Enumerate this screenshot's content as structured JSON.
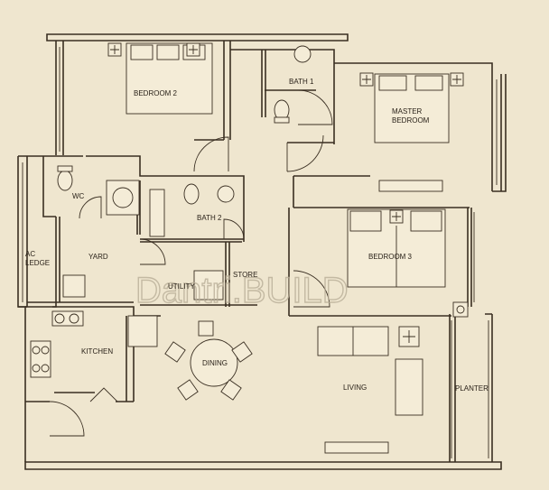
{
  "rooms": {
    "bedroom2": "BEDROOM 2",
    "bath1": "BATH 1",
    "master": [
      "MASTER",
      "BEDROOM"
    ],
    "wc": "WC",
    "bath2": "BATH 2",
    "ac_ledge": [
      "AC",
      "LEDGE"
    ],
    "yard": "YARD",
    "utility": "UTILITY",
    "store": "STORE",
    "bedroom3": "BEDROOM 3",
    "kitchen": "KITCHEN",
    "dining": "DINING",
    "living": "LIVING",
    "planter": "PLANTER"
  },
  "watermark": "Dantri.BUILD",
  "colors": {
    "paper": "#efe6cf",
    "ink": "#3a2f22"
  }
}
